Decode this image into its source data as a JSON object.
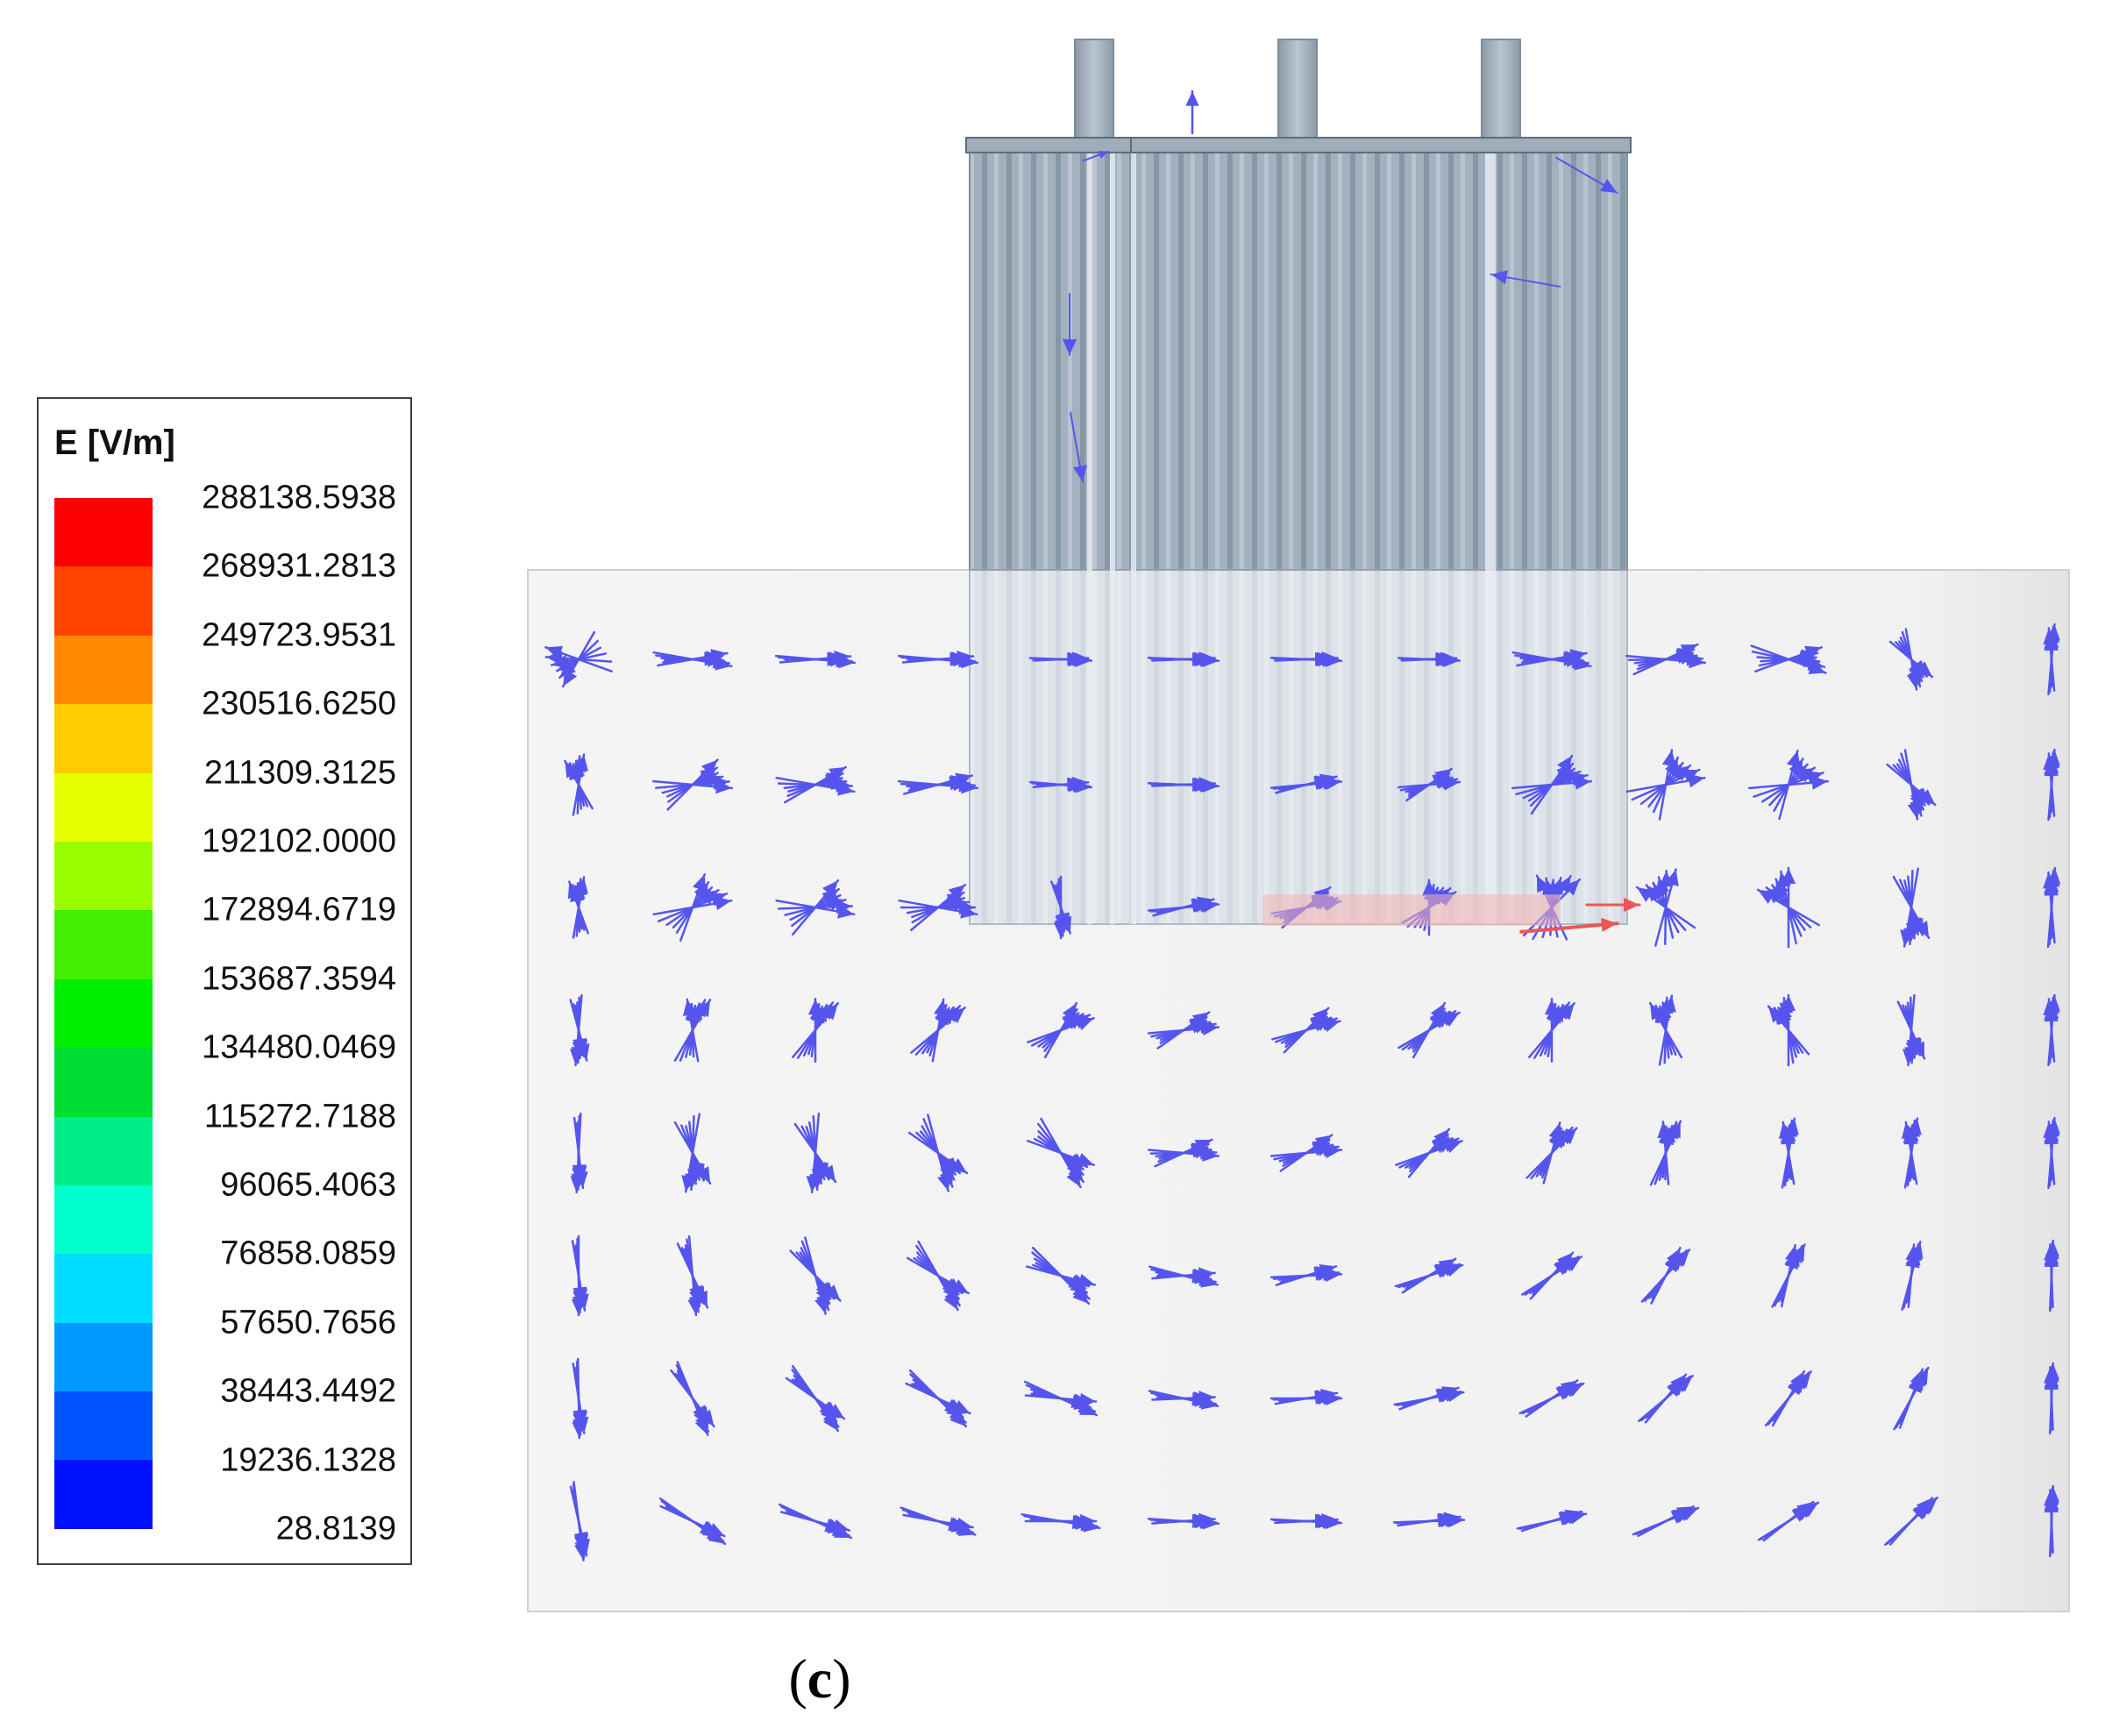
{
  "legend": {
    "title": "E [V/m]",
    "ticks": [
      "288138.5938",
      "268931.2813",
      "249723.9531",
      "230516.6250",
      "211309.3125",
      "192102.0000",
      "172894.6719",
      "153687.3594",
      "134480.0469",
      "115272.7188",
      "96065.4063",
      "76858.0859",
      "57650.7656",
      "38443.4492",
      "19236.1328",
      "28.8139"
    ],
    "colors": [
      "#ff0000",
      "#ff4400",
      "#ff8800",
      "#ffcc00",
      "#e6ff00",
      "#99ff00",
      "#44ee00",
      "#00ee00",
      "#00dd33",
      "#00ee88",
      "#00ffcc",
      "#00ddff",
      "#0099ff",
      "#0055ff",
      "#0011ff"
    ]
  },
  "caption": "(c)",
  "colors": {
    "arrow": "#5555ee",
    "arrow_hot": "#ee5555",
    "tank": "#a3b1bf",
    "tank_dark": "#7d8c9a",
    "domain": "#f2f2f2"
  }
}
